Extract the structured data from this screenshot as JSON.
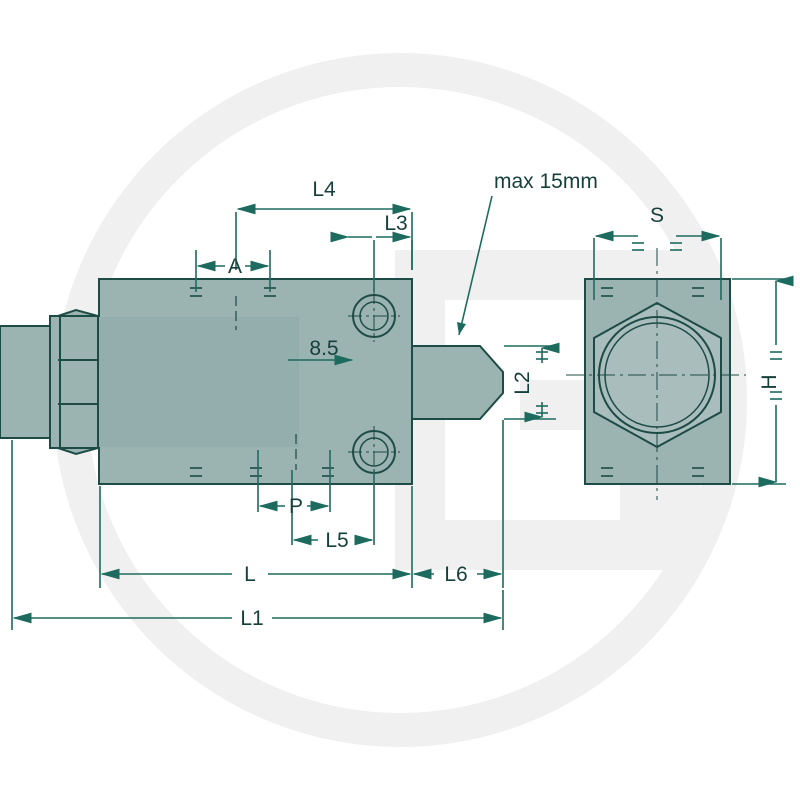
{
  "diagram": {
    "type": "technical-drawing",
    "subject": "hydraulic valve block dimensioned drawing",
    "background_color": "#ffffff",
    "watermark_color": "#f1f1f1",
    "body_fill": "#9bb3b1",
    "body_fill_light": "#a9bebc",
    "line_color": "#1d4b45",
    "dim_color": "#1d6b5e",
    "labels": {
      "l4": "L4",
      "l3": "L3",
      "a": "A",
      "max15": "max 15mm",
      "s": "S",
      "eight_five": "8.5",
      "l2": "L2",
      "h": "H",
      "p": "P",
      "l5": "L5",
      "l": "L",
      "l6": "L6",
      "l1": "L1"
    }
  }
}
